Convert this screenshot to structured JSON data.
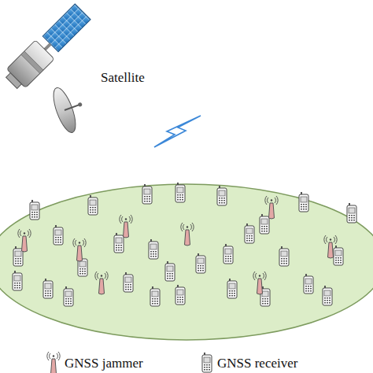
{
  "diagram": {
    "labels": [
      "Satellite"
    ],
    "legend": [
      {
        "text": "GNSS jammer"
      },
      {
        "text": "GNSS receiver"
      }
    ]
  }
}
